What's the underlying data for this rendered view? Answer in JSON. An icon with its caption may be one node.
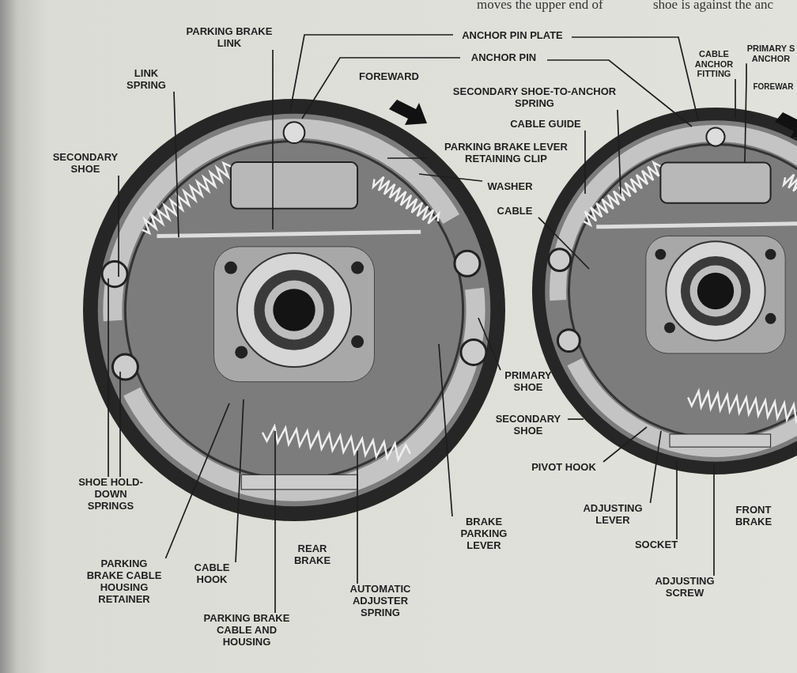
{
  "diagram": {
    "nodes": [
      {
        "text": [
          "PARKING BRAKE LINK"
        ]
      },
      {
        "text": [
          "ANCHOR PIN PLATE"
        ]
      },
      {
        "text": [
          "ANCHOR PIN"
        ]
      },
      {
        "text": [
          "LINK SPRING"
        ]
      },
      {
        "text": [
          "SECONDARY SHOE-TO-ANCHOR SPRING"
        ]
      },
      {
        "text": [
          "CABLE ANCHOR FITTING"
        ]
      },
      {
        "text": [
          "PRIMARY S ANCHOR"
        ]
      },
      {
        "text": [
          "SECONDARY SHOE"
        ]
      },
      {
        "text": [
          "CABLE GUIDE"
        ]
      },
      {
        "text": [
          "PARKING BRAKE LEVER RETAINING CLIP"
        ]
      },
      {
        "text": [
          "WASHER"
        ]
      },
      {
        "text": [
          "CABLE"
        ]
      },
      {
        "text": [
          "PRIMARY SHOE"
        ]
      },
      {
        "text": [
          "SECONDARY SHOE"
        ]
      },
      {
        "text": [
          "SHOE HOLD-DOWN SPRINGS"
        ]
      },
      {
        "text": [
          "PIVOT HOOK"
        ]
      },
      {
        "text": [
          "ADJUSTING LEVER"
        ]
      },
      {
        "text": [
          "SOCKET"
        ]
      },
      {
        "text": [
          "BRAKE PARKING LEVER"
        ]
      },
      {
        "text": [
          "ADJUSTING SCREW"
        ]
      },
      {
        "text": [
          "PARKING BRAKE CABLE HOUSING RETAINER"
        ]
      },
      {
        "text": [
          "CABLE HOOK"
        ]
      },
      {
        "text": [
          "AUTOMATIC ADJUSTER SPRING"
        ]
      },
      {
        "text": [
          "PARKING BRAKE CABLE AND HOUSING"
        ]
      }
    ],
    "edges": [
      {
        "from": 0,
        "to": null,
        "arrow": "none"
      },
      {
        "from": 1,
        "to": null,
        "arrow": "none"
      },
      {
        "from": 1,
        "to": null,
        "arrow": "none"
      },
      {
        "from": 2,
        "to": null,
        "arrow": "none"
      },
      {
        "from": 2,
        "to": null,
        "arrow": "none"
      },
      {
        "from": 3,
        "to": null,
        "arrow": "none"
      },
      {
        "from": 4,
        "to": null,
        "arrow": "none"
      },
      {
        "from": 5,
        "to": null,
        "arrow": "none"
      },
      {
        "from": 6,
        "to": null,
        "arrow": "none"
      },
      {
        "from": 7,
        "to": null,
        "arrow": "none"
      },
      {
        "from": 8,
        "to": null,
        "arrow": "none"
      },
      {
        "from": 9,
        "to": null,
        "arrow": "none"
      },
      {
        "from": 10,
        "to": null,
        "arrow": "none"
      },
      {
        "from": 11,
        "to": null,
        "arrow": "none"
      },
      {
        "from": 12,
        "to": null,
        "arrow": "none"
      },
      {
        "from": 13,
        "to": null,
        "arrow": "none"
      },
      {
        "from": 14,
        "to": null,
        "arrow": "none"
      },
      {
        "from": 14,
        "to": null,
        "arrow": "none"
      },
      {
        "from": 15,
        "to": null,
        "arrow": "none"
      },
      {
        "from": 16,
        "to": null,
        "arrow": "none"
      },
      {
        "from": 17,
        "to": null,
        "arrow": "none"
      },
      {
        "from": 18,
        "to": null,
        "arrow": "none"
      },
      {
        "from": 19,
        "to": null,
        "arrow": "none"
      },
      {
        "from": 20,
        "to": null,
        "arrow": "none"
      },
      {
        "from": 21,
        "to": null,
        "arrow": "none"
      },
      {
        "from": 22,
        "to": null,
        "arrow": "none"
      },
      {
        "from": 23,
        "to": null,
        "arrow": "none"
      }
    ],
    "labels": [
      "moves the upper end of",
      "shoe is against the anc",
      "FOREWARD",
      "FOREWAR",
      "FRONT BRAKE",
      "REAR BRAKE"
    ]
  }
}
